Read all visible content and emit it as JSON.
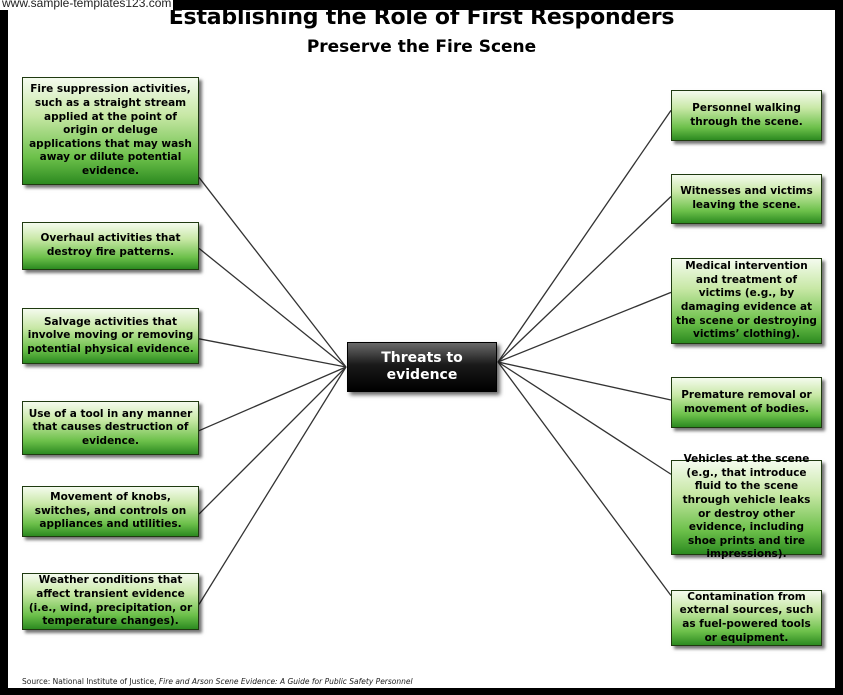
{
  "watermark": "www.sample-templates123.com",
  "header": {
    "title": "Establishing the Role of First Responders",
    "subtitle": "Preserve the Fire Scene"
  },
  "center": {
    "label": "Threats to evidence"
  },
  "left_items": [
    {
      "text": "Fire suppression activities, such as a straight stream applied at the point of origin or deluge applications that may wash away or dilute potential evidence."
    },
    {
      "text": "Overhaul activities that destroy fire patterns."
    },
    {
      "text": "Salvage activities that involve moving or removing potential physical evidence."
    },
    {
      "text": "Use of a tool in any manner that causes destruction of evidence."
    },
    {
      "text": "Movement of knobs, switches, and controls on appliances and utilities."
    },
    {
      "text": "Weather conditions that affect transient evidence (i.e., wind, precipitation, or temperature changes)."
    }
  ],
  "right_items": [
    {
      "text": "Personnel walking through the scene."
    },
    {
      "text": "Witnesses and victims leaving the scene."
    },
    {
      "text": "Medical intervention and treatment of victims (e.g., by damaging evidence at the scene or destroying victims’ clothing)."
    },
    {
      "text": "Premature removal or movement of bodies."
    },
    {
      "text": "Vehicles at the scene (e.g., that introduce fluid to the scene through vehicle leaks or destroy other evidence, including shoe prints and tire impressions)."
    },
    {
      "text": "Contamination from external sources, such as fuel-powered tools or equipment."
    }
  ],
  "footer": {
    "source_prefix": "Source: National Institute of Justice, ",
    "source_title": "Fire and Arson Scene Evidence: A Guide for Public Safety Personnel"
  },
  "colors": {
    "box_green_dark": "#2c8a20",
    "box_green_light": "#f4fbee",
    "center_black": "#000000",
    "connector": "#333333"
  }
}
